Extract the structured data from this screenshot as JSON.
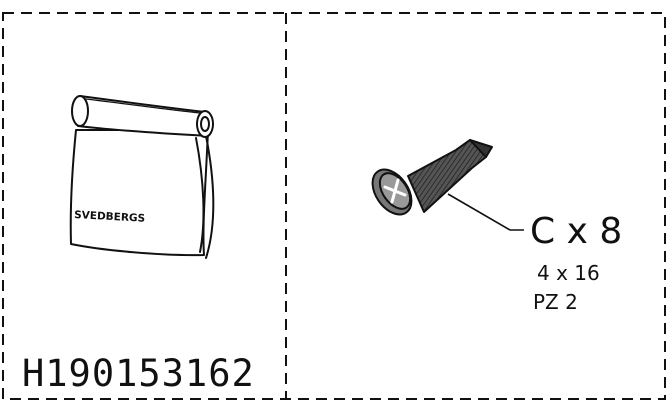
{
  "left_panel": {
    "bag_brand": "SVEDBERGS",
    "part_code": "H190153162"
  },
  "right_panel": {
    "item_letter_qty": "C x 8",
    "screw_size": "4 x 16",
    "drive_type": "PZ 2"
  },
  "colors": {
    "ink": "#111111",
    "paper": "#ffffff"
  }
}
